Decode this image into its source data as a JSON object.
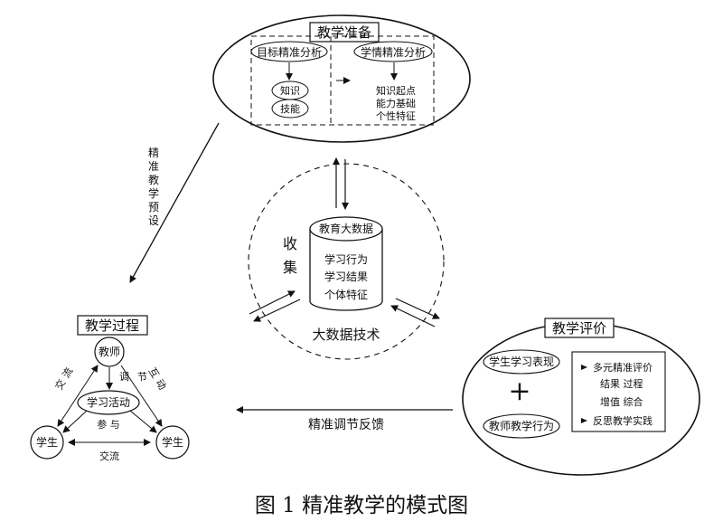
{
  "prep": {
    "title": "教学准备",
    "goal_label": "目标精准分析",
    "learner_label": "学情精准分析",
    "knowledge": "知识",
    "skill": "技能",
    "start_point": "知识起点",
    "ability": "能力基础",
    "individual": "个性特征"
  },
  "preset_label": [
    "精",
    "准",
    "教",
    "学",
    "预",
    "设"
  ],
  "bigdata": {
    "db_title": "教育大数据",
    "items": [
      "学习行为",
      "学习结果",
      "个体特征"
    ],
    "collect": [
      "收",
      "集"
    ],
    "tech": "大数据技术"
  },
  "process": {
    "title": "教学过程",
    "teacher": "教师",
    "activity": "学习活动",
    "student_left": "学生",
    "student_right": "学生",
    "adjust": [
      "调",
      "节"
    ],
    "participate": "参  与",
    "communicate": "交流",
    "communicate_left": [
      "交",
      "流"
    ],
    "interact": [
      "互",
      "动"
    ]
  },
  "evaluation": {
    "title": "教学评价",
    "student_performance": "学生学习表现",
    "teacher_behavior": "教师教学行为",
    "plus": "+",
    "list": [
      "多元精准评价",
      "结果    过程",
      "增值    综合",
      "反思教学实践"
    ]
  },
  "feedback_label": "精准调节反馈",
  "caption": "图 1   精准教学的模式图"
}
